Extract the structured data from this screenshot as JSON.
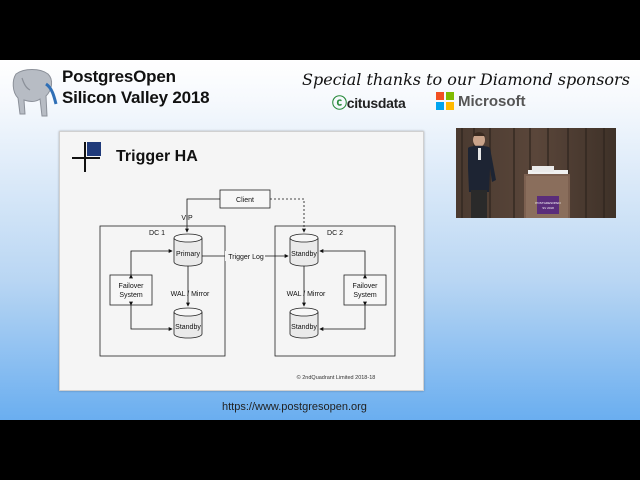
{
  "header": {
    "conference_line1": "PostgresOpen",
    "conference_line2": "Silicon Valley 2018",
    "thanks": "Special thanks to our Diamond sponsors",
    "sponsor1": "citusdata",
    "sponsor2": "Microsoft"
  },
  "slide": {
    "title": "Trigger HA",
    "client": "Client",
    "vip": "VIP",
    "dc1": "DC 1",
    "dc2": "DC 2",
    "primary": "Primary",
    "standby": "Standby",
    "failover_line1": "Failover",
    "failover_line2": "System",
    "wal_mirror": "WAL / Mirror",
    "trigger_log": "Trigger Log",
    "copyright": "© 2ndQuadrant Limited 2018-18"
  },
  "speaker_video": {
    "podium_line1": "POSTGRESOPEN",
    "podium_line2": "SV 2018"
  },
  "footer": {
    "url": "https://www.postgresopen.org"
  },
  "colors": {
    "citus_green": "#2a8b3c",
    "ms_red": "#f25022",
    "ms_green": "#7fba00",
    "ms_blue": "#00a4ef",
    "ms_yellow": "#ffb900",
    "slide_logo_blue": "#1f3a7a"
  }
}
